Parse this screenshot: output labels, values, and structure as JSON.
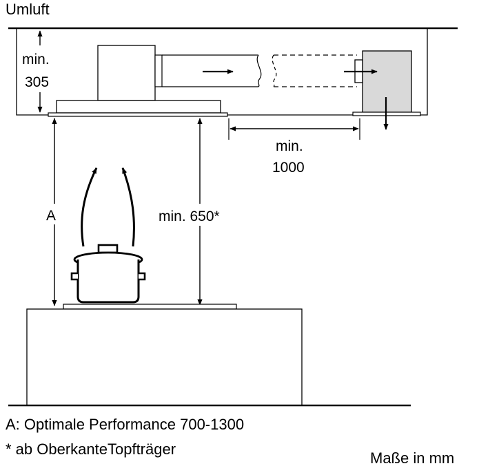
{
  "title": "Umluft",
  "labels": {
    "ceiling_height_line1": "min.",
    "ceiling_height_line2": "305",
    "duct_distance_line1": "min.",
    "duct_distance_line2": "1000",
    "hob_distance": "min. 650*",
    "a_marker": "A"
  },
  "notes": {
    "a_note": "A: Optimale Performance 700-1300",
    "asterisk_note": "* ab OberkanteTopfträger"
  },
  "units": "Maße in mm",
  "colors": {
    "line": "#000000",
    "filter_box_fill": "#d9d9d9",
    "background": "#ffffff"
  }
}
